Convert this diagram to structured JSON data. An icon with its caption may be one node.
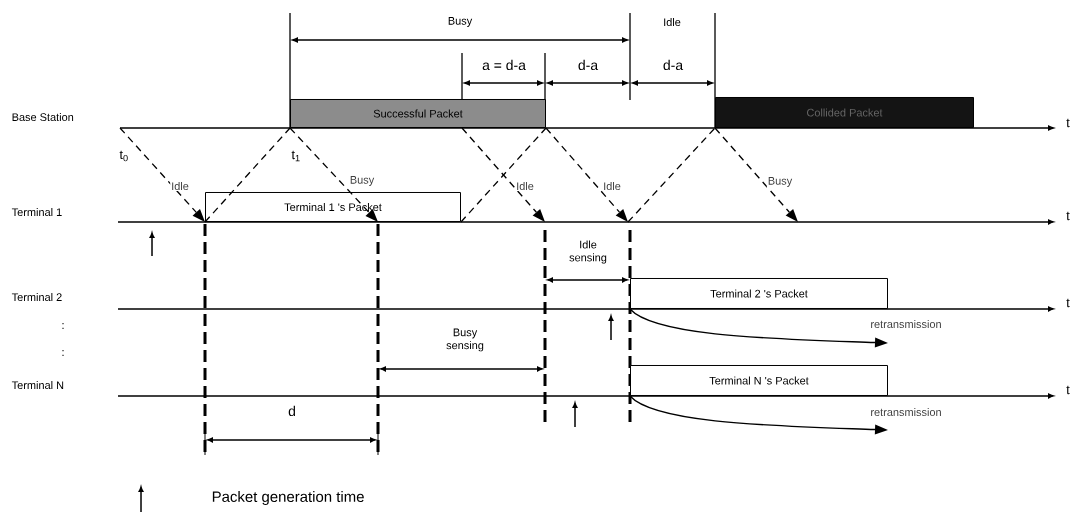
{
  "diagram": {
    "nodes": [
      {
        "text": [
          "Successful Packet"
        ]
      },
      {
        "text": [
          "Collided Packet"
        ]
      },
      {
        "text": [
          "Terminal 1 's Packet"
        ]
      },
      {
        "text": [
          "Terminal 2 's Packet"
        ]
      },
      {
        "text": [
          "Terminal N 's Packet"
        ]
      }
    ],
    "edges": [
      {
        "from": null,
        "to": 2,
        "arrow": "to",
        "style": "dashed",
        "label": "Idle"
      },
      {
        "from": 2,
        "to": 0,
        "arrow": "none",
        "style": "dashed"
      },
      {
        "from": 0,
        "to": 2,
        "arrow": "to",
        "style": "dashed",
        "label": "Busy"
      },
      {
        "from": 2,
        "to": 0,
        "arrow": "none",
        "style": "dashed"
      },
      {
        "from": 0,
        "to": null,
        "arrow": "to",
        "style": "dashed",
        "label": "Idle"
      },
      {
        "from": 0,
        "to": null,
        "arrow": "to",
        "style": "dashed",
        "label": "Idle"
      },
      {
        "from": null,
        "to": 1,
        "arrow": "none",
        "style": "dashed"
      },
      {
        "from": 1,
        "to": null,
        "arrow": "to",
        "style": "dashed",
        "label": "Busy"
      },
      {
        "from": 3,
        "to": null,
        "arrow": "to",
        "label": "retransmission"
      },
      {
        "from": 4,
        "to": null,
        "arrow": "to",
        "label": "retransmission"
      }
    ],
    "labels": [
      "Base Station",
      "Terminal 1",
      "Terminal 2",
      ":",
      ":",
      "Terminal N",
      "t",
      "t",
      "t",
      "t",
      "t$_{0}$",
      "t$_{1}$",
      "Busy",
      "Idle",
      "a = d-a",
      "d-a",
      "d-a",
      "Idle sensing",
      "Busy sensing",
      "d"
    ],
    "legend": [
      {
        "text": "Packet generation time"
      }
    ]
  }
}
